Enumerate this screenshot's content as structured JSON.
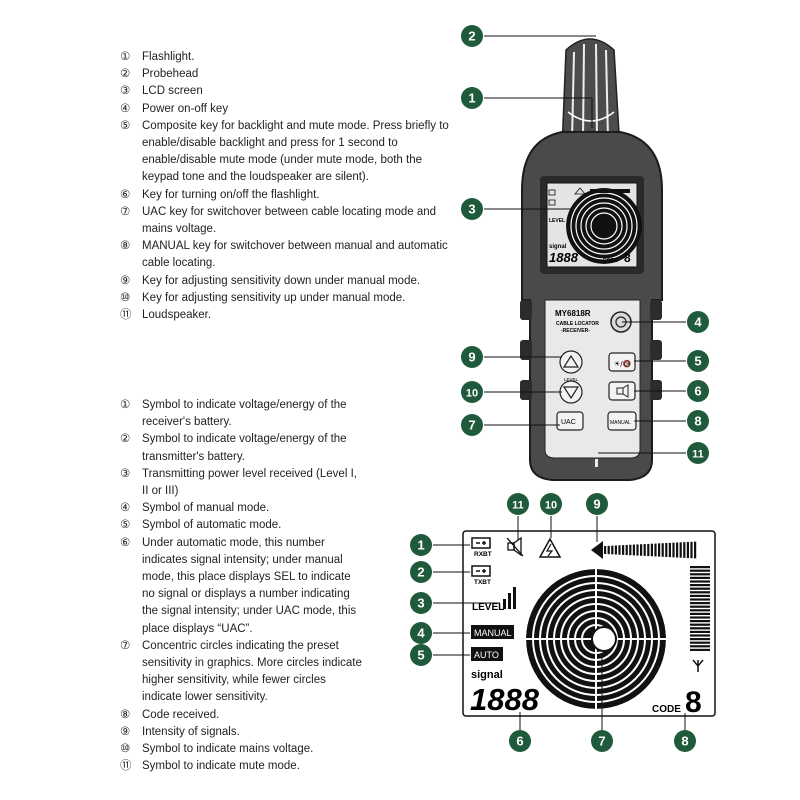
{
  "device_parts": [
    {
      "num": "①",
      "text": "Flashlight."
    },
    {
      "num": "②",
      "text": "Probehead"
    },
    {
      "num": "③",
      "text": "LCD screen"
    },
    {
      "num": "④",
      "text": "Power on-off key"
    },
    {
      "num": "⑤",
      "text": "Composite key for backlight and mute mode. Press briefly to enable/disable backlight and press for 1 second to enable/disable mute mode (under mute mode, both the keypad tone and the loudspeaker are silent)."
    },
    {
      "num": "⑥",
      "text": "Key for turning on/off the flashlight."
    },
    {
      "num": "⑦",
      "text": "UAC key for switchover between cable locating mode and mains voltage."
    },
    {
      "num": "⑧",
      "text": "MANUAL key for switchover between manual and automatic cable locating."
    },
    {
      "num": "⑨",
      "text": "Key for adjusting sensitivity down under manual mode."
    },
    {
      "num": "⑩",
      "text": "Key for adjusting sensitivity up under manual mode."
    },
    {
      "num": "⑪",
      "text": "Loudspeaker."
    }
  ],
  "lcd_symbols": [
    {
      "num": "①",
      "text": "Symbol to indicate voltage/energy of the receiver's battery."
    },
    {
      "num": "②",
      "text": "Symbol to indicate voltage/energy of the transmitter's battery."
    },
    {
      "num": "③",
      "text": "Transmitting power level received (Level I, II or III)"
    },
    {
      "num": "④",
      "text": "Symbol of manual mode."
    },
    {
      "num": "⑤",
      "text": "Symbol of automatic mode."
    },
    {
      "num": "⑥",
      "text": "Under automatic mode, this number indicates signal intensity; under manual mode, this place displays SEL to indicate no signal or displays a number indicating the signal intensity; under UAC mode, this place displays “UAC”."
    },
    {
      "num": "⑦",
      "text": "Concentric circles indicating the preset sensitivity in graphics. More circles indicate higher sensitivity, while fewer circles indicate lower sensitivity."
    },
    {
      "num": "⑧",
      "text": "Code received."
    },
    {
      "num": "⑨",
      "text": "Intensity of signals."
    },
    {
      "num": "⑩",
      "text": "Symbol to indicate mains voltage."
    },
    {
      "num": "⑪",
      "text": "Symbol to indicate mute mode."
    }
  ],
  "device": {
    "model": "MY6818R",
    "subtitle": "CABLE LOCATOR",
    "role": "-RECEIVER-",
    "level_label": "LEVEL",
    "uac_key": "UAC",
    "manual_key": "MANUAL",
    "signal_label": "signal",
    "digits": "1888",
    "code_label": "CODE",
    "code_digit": "8",
    "level_small": "LEVEL",
    "rx_small": "RXBT",
    "tx_small": "TXBT"
  },
  "device_callouts": {
    "c1": "1",
    "c2": "2",
    "c3": "3",
    "c4": "4",
    "c5": "5",
    "c6": "6",
    "c7": "7",
    "c8": "8",
    "c9": "9",
    "c10": "10",
    "c11": "11"
  },
  "lcd": {
    "rxbt": "RXBT",
    "txbt": "TXBT",
    "level": "LEVEL",
    "manual": "MANUAL",
    "auto": "AUTO",
    "signal": "signal",
    "digits": "1888",
    "code": "CODE",
    "code_digit": "8"
  },
  "lcd_callouts": {
    "c1": "1",
    "c2": "2",
    "c3": "3",
    "c4": "4",
    "c5": "5",
    "c6": "6",
    "c7": "7",
    "c8": "8",
    "c9": "9",
    "c10": "10",
    "c11": "11"
  },
  "colors": {
    "callout": "#1f5a3a",
    "device_body": "#4a4a4a",
    "lcd_bg": "#dcdcdc",
    "segment": "#111111"
  }
}
